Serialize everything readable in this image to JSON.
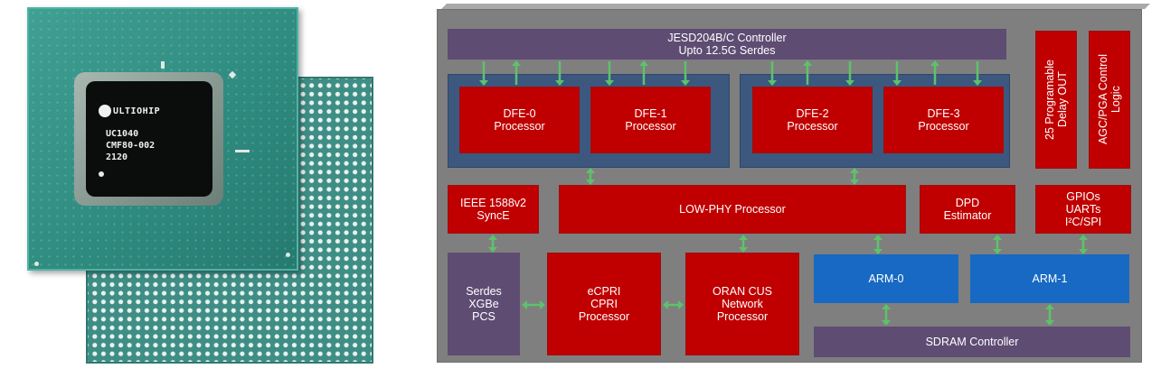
{
  "chip": {
    "brand": "ULTIOHIP",
    "model": "UC1040",
    "part": "CMF80-002",
    "date_code": "2120"
  },
  "diagram": {
    "jesd": "JESD204B/C Controller\nUpto 12.5G Serdes",
    "delay_out": "25 Programable\nDelay OUT",
    "agc": "AGC/PGA Control\nLogic",
    "dfe0": "DFE-0\nProcessor",
    "dfe1": "DFE-1\nProcessor",
    "dfe2": "DFE-2\nProcessor",
    "dfe3": "DFE-3\nProcessor",
    "ieee": "IEEE 1588v2\nSyncE",
    "lowphy": "LOW-PHY Processor",
    "dpd": "DPD\nEstimator",
    "gpio": "GPIOs\nUARTs\nI²C/SPI",
    "serdes": "Serdes\nXGBe\nPCS",
    "ecpri": "eCPRI\nCPRI\nProcessor",
    "oran": "ORAN CUS\nNetwork\nProcessor",
    "arm0": "ARM-0",
    "arm1": "ARM-1",
    "sdram": "SDRAM Controller"
  },
  "colors": {
    "panel": "#7f7f7f",
    "block_red": "#c00000",
    "block_purple": "#5e4c73",
    "block_blue": "#1769c3",
    "dfe_group": "#3c587e",
    "arrow_green": "#5dc26b"
  }
}
